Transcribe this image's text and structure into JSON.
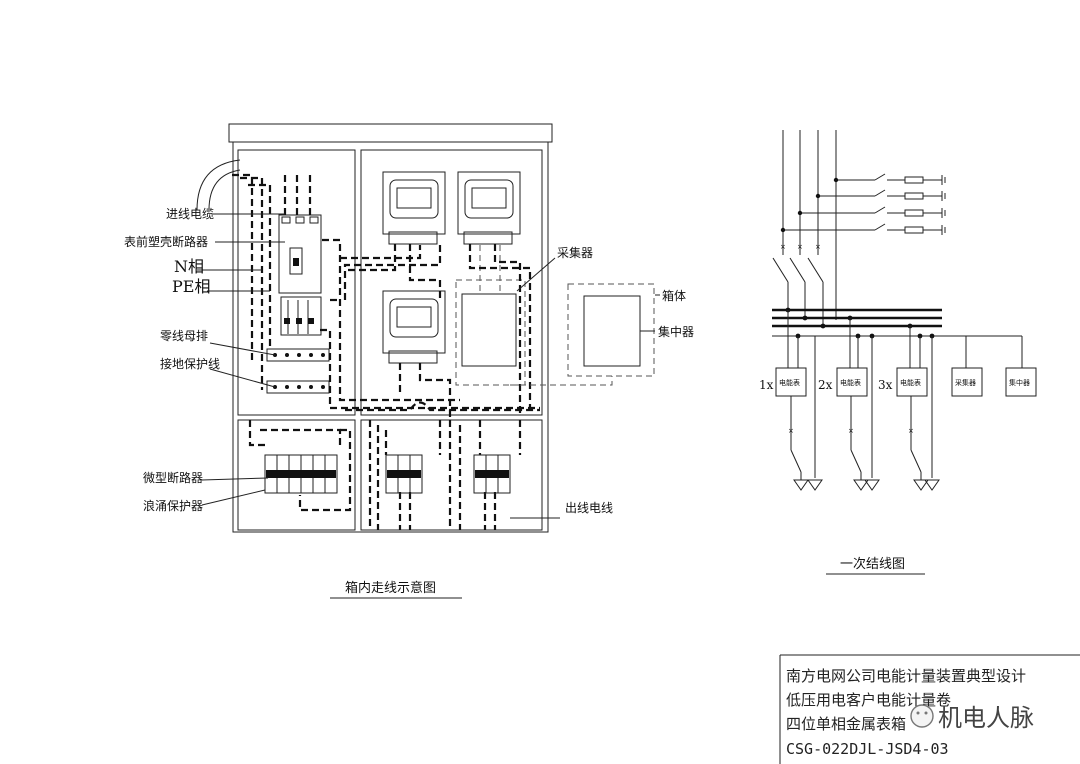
{
  "labels": {
    "incoming_cable": "进线电缆",
    "main_breaker": "表前塑壳断路器",
    "n_phase": "N相",
    "pe_phase": "PE相",
    "neutral_busbar": "零线母排",
    "ground_wire": "接地保护线",
    "mini_breaker": "微型断路器",
    "surge_protector": "浪涌保护器",
    "collector": "采集器",
    "enclosure": "箱体",
    "concentrator": "集中器",
    "outgoing_cable": "出线电线"
  },
  "captions": {
    "wiring_diagram": "箱内走线示意图",
    "primary_diagram": "一次结线图"
  },
  "primary": {
    "meters": [
      {
        "prefix": "1x",
        "label": "电能表"
      },
      {
        "prefix": "2x",
        "label": "电能表"
      },
      {
        "prefix": "3x",
        "label": "电能表"
      }
    ],
    "collector_box": "采集器",
    "concentrator_box": "集中器"
  },
  "title_block": {
    "line1": "南方电网公司电能计量装置典型设计",
    "line2": "低压用电客户电能计量卷",
    "line3": "四位单相金属表箱",
    "line4": "CSG-022DJL-JSD4-03"
  },
  "watermark": "机电人脉"
}
